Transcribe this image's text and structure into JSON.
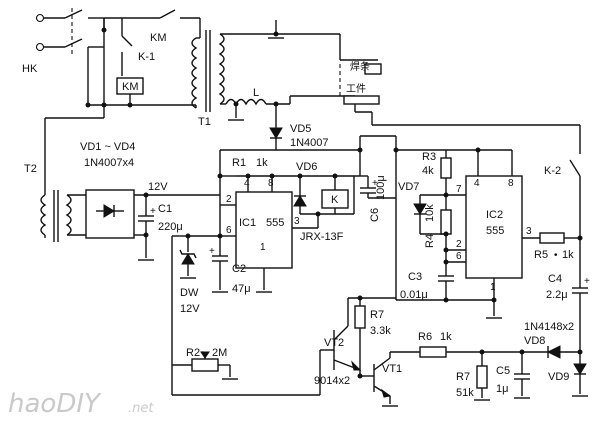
{
  "labels": {
    "hk": "HK",
    "km_switch": "KM",
    "k1": "K-1",
    "km_coil": "KM",
    "t1": "T1",
    "t2": "T2",
    "inductor": "L",
    "rod": "焊条",
    "workpiece": "工件",
    "vd5": "VD5",
    "vd5_part": "1N4007",
    "bridge": "VD1 ~ VD4",
    "bridge_part": "1N4007x4",
    "v12": "12V",
    "r1": "R1",
    "r1_val": "1k",
    "vd6": "VD6",
    "c1": "C1",
    "c1_val": "220μ",
    "ic1": "IC1",
    "ic1_type": "555",
    "relay_k": "K",
    "relay_type": "JRX-13F",
    "c6": "C6",
    "c6_val": "100μ",
    "c2": "C2",
    "c2_val": "47μ",
    "dw": "DW",
    "dw_val": "12V",
    "r3": "R3",
    "r3_val": "4k",
    "vd7": "VD7",
    "r4": "R4",
    "r4_val": "10k",
    "ic2": "IC2",
    "ic2_type": "555",
    "k2": "K-2",
    "r5": "R5",
    "r5_val": "1k",
    "c3": "C3",
    "c3_val": "0.01μ",
    "c4": "C4",
    "c4_val": "2.2μ",
    "r7a": "R7",
    "r7a_val": "3.3k",
    "r6": "R6",
    "r6_val": "1k",
    "vd8_part": "1N4148x2",
    "vd8": "VD8",
    "vt2": "VT2",
    "vt1": "VT1",
    "r2": "R2",
    "r2_val": "2M",
    "transistors": "9014x2",
    "r7b": "R7",
    "r7b_val": "51k",
    "c5": "C5",
    "c5_val": "1μ",
    "vd9": "VD9",
    "watermark": "haoDIY",
    "watermark_tld": ".net"
  },
  "pins": {
    "ic1_pin4": "4",
    "ic1_pin8": "8",
    "ic1_pin2": "2",
    "ic1_pin6": "6",
    "ic1_pin3": "3",
    "ic1_pin1": "1",
    "ic2_pin4": "4",
    "ic2_pin8": "8",
    "ic2_pin7": "7",
    "ic2_pin2": "2",
    "ic2_pin6": "6",
    "ic2_pin3": "3",
    "ic2_pin1": "1"
  },
  "polarity": {
    "c1_plus": "+",
    "c6_plus": "+",
    "c2_plus": "+",
    "c4_plus": "+",
    "r2_dot": "•",
    "r5_dot": "•"
  }
}
